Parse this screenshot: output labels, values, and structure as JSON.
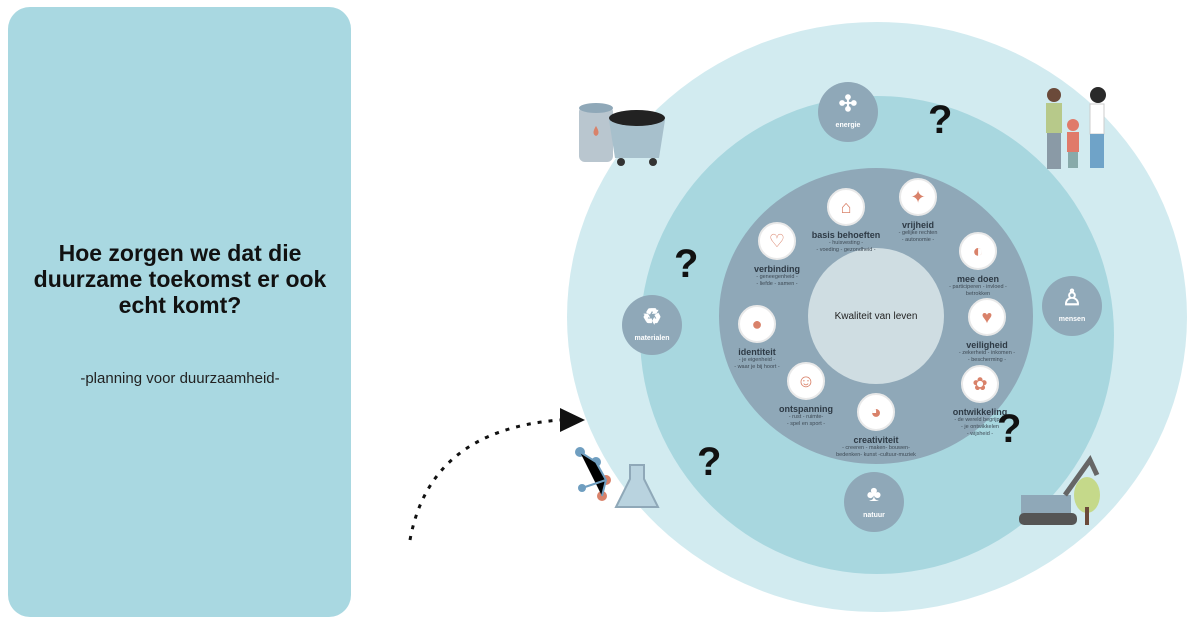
{
  "panel": {
    "title": "Hoe zorgen we dat die duurzame toekomst er ook echt komt?",
    "subtitle": "-planning voor duurzaamheid-"
  },
  "center": {
    "label": "Kwaliteit van leven"
  },
  "needs": [
    {
      "label": "basis behoeften",
      "desc": "- huisvesting -\n- voeding - gezondheid -",
      "icon": "home-icon"
    },
    {
      "label": "vrijheid",
      "desc": "- gelijke rechten\n- autonomie -",
      "icon": "bird-icon"
    },
    {
      "label": "mee doen",
      "desc": "- participeren - invloed -\nbetrokken",
      "icon": "megaphone-icon"
    },
    {
      "label": "veiligheid",
      "desc": "- zekerheid - inkomen -\n- bescherming -",
      "icon": "heart-shield-icon"
    },
    {
      "label": "ontwikkeling",
      "desc": "- de wereld begrijpen\n- je ontwikkelen\n- wijsheid -",
      "icon": "flowers-icon"
    },
    {
      "label": "creativiteit",
      "desc": "- creeren - maken- bouwen-\nbedenken- kunst -cultuur-muziek",
      "icon": "palette-icon"
    },
    {
      "label": "ontspanning",
      "desc": "- rust - ruimte-\n- spel en sport -",
      "icon": "relax-icon"
    },
    {
      "label": "identiteit",
      "desc": "- je eigenheid -\n- waar je bij hoort -",
      "icon": "identity-icon"
    },
    {
      "label": "verbinding",
      "desc": "- geneegenheid -\n- liefde - samen -",
      "icon": "hug-icon"
    }
  ],
  "resources": [
    {
      "label": "energie",
      "icon": "wind-turbine-icon"
    },
    {
      "label": "mensen",
      "icon": "person-icon"
    },
    {
      "label": "natuur",
      "icon": "tree-icon"
    },
    {
      "label": "materialen",
      "icon": "recycle-icon"
    }
  ],
  "question_mark": "?",
  "colors": {
    "panel": "#a9d8e1",
    "outer_ring": "#d2ebf0",
    "middle_ring": "#a8d7df",
    "inner_ring": "#8fa8b8",
    "center": "#cfdde2"
  }
}
